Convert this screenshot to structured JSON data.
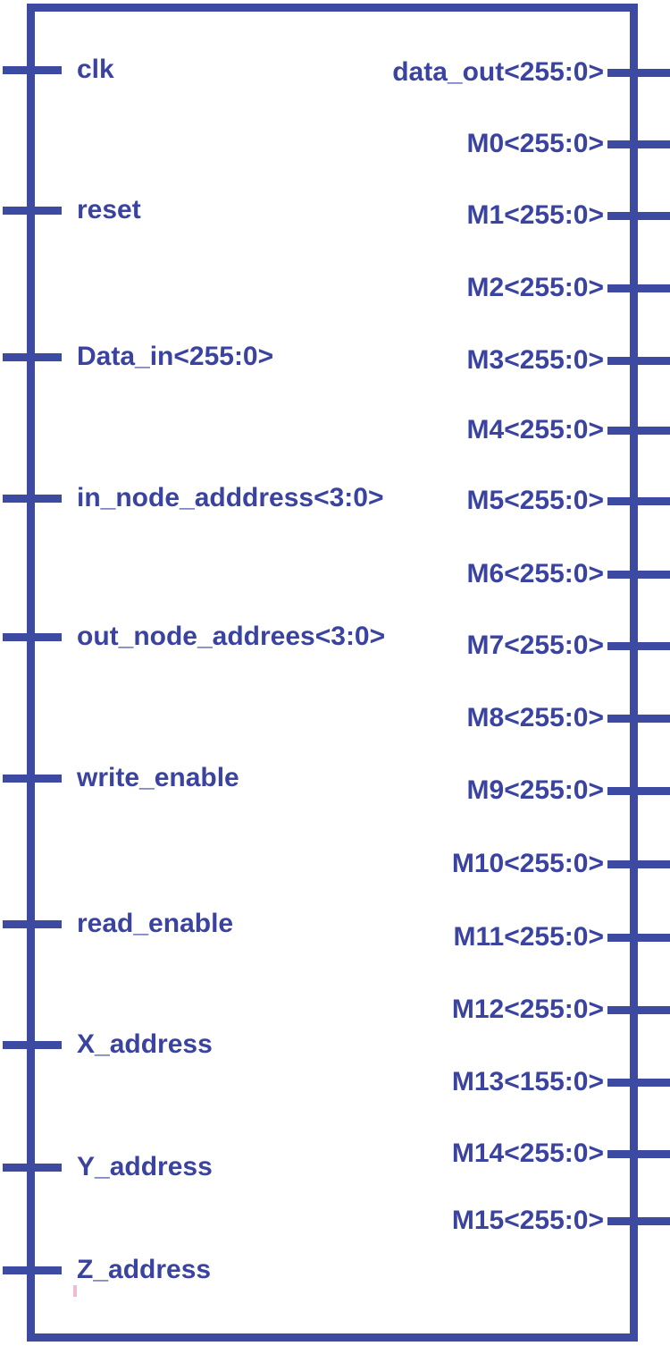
{
  "diagram": {
    "kind": "rtl-block-symbol",
    "colors": {
      "line": "#3c4ba1",
      "text": "#3a43a0",
      "background": "#ffffff"
    },
    "left_ports": [
      "clk",
      "reset",
      "Data_in<255:0>",
      "in_node_adddress<3:0>",
      "out_node_addrees<3:0>",
      "write_enable",
      "read_enable",
      "X_address",
      "Y_address",
      "Z_address"
    ],
    "right_ports": [
      "data_out<255:0>",
      "M0<255:0>",
      "M1<255:0>",
      "M2<255:0>",
      "M3<255:0>",
      "M4<255:0>",
      "M5<255:0>",
      "M6<255:0>",
      "M7<255:0>",
      "M8<255:0>",
      "M9<255:0>",
      "M10<255:0>",
      "M11<255:0>",
      "M12<255:0>",
      "M13<155:0>",
      "M14<255:0>",
      "M15<255:0>"
    ]
  }
}
